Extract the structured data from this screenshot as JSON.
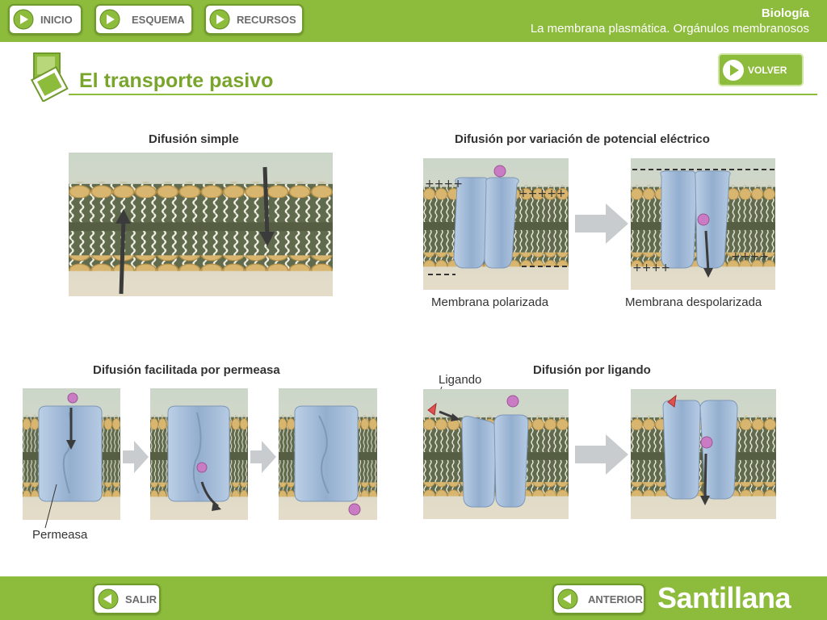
{
  "header": {
    "nav": [
      {
        "label": "INICIO"
      },
      {
        "label": "ESQUEMA"
      },
      {
        "label": "RECURSOS"
      }
    ],
    "subject": "Biología",
    "topic": "La membrana plasmática. Orgánulos membranosos"
  },
  "page": {
    "title": "El transporte pasivo",
    "back_label": "VOLVER"
  },
  "sections": {
    "simple": {
      "title": "Difusión simple"
    },
    "potential": {
      "title": "Difusión por variación de potencial eléctrico",
      "caption_left": "Membrana polarizada",
      "caption_right": "Membrana despolarizada"
    },
    "permease": {
      "title": "Difusión facilitada por permeasa",
      "label": "Permeasa"
    },
    "ligand": {
      "title": "Difusión por ligando",
      "label": "Ligando"
    }
  },
  "footer": {
    "exit_label": "SALIR",
    "prev_label": "ANTERIOR",
    "brand": "Santillana"
  },
  "colors": {
    "brand_green": "#8dbb3c",
    "title_green": "#79a52c",
    "channel_blue": "#9fb9d6",
    "solute": "#c97cc3"
  }
}
